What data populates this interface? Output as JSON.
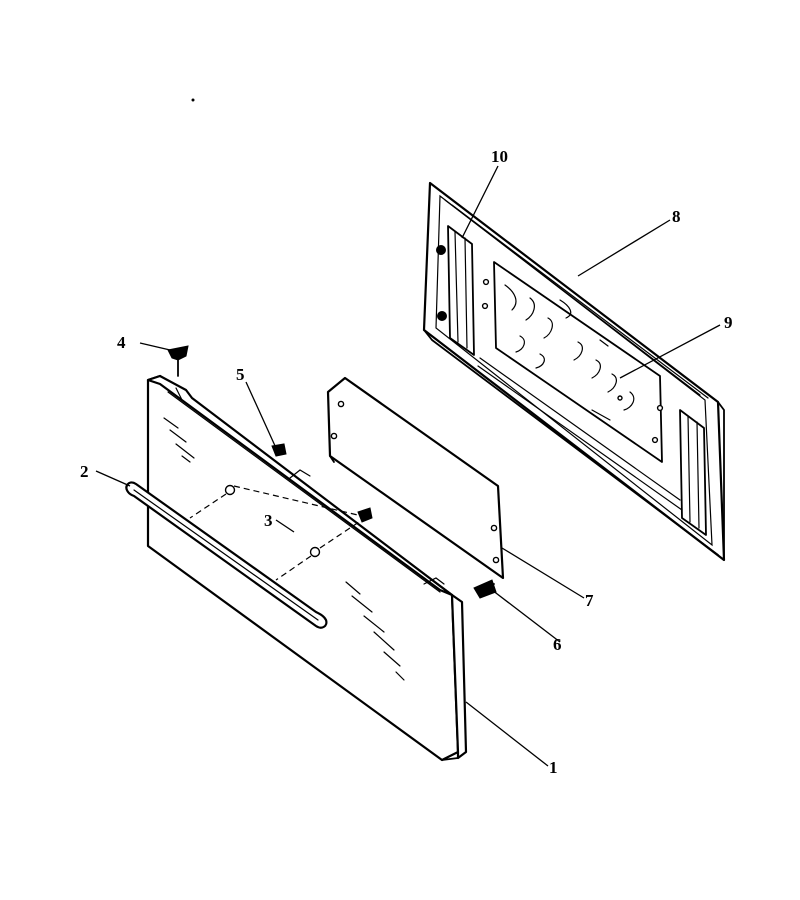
{
  "diagram": {
    "callouts": [
      {
        "id": "1",
        "label": "1"
      },
      {
        "id": "2",
        "label": "2"
      },
      {
        "id": "3",
        "label": "3"
      },
      {
        "id": "4",
        "label": "4"
      },
      {
        "id": "5",
        "label": "5"
      },
      {
        "id": "6",
        "label": "6"
      },
      {
        "id": "7",
        "label": "7"
      },
      {
        "id": "8",
        "label": "8"
      },
      {
        "id": "9",
        "label": "9"
      },
      {
        "id": "10",
        "label": "10"
      }
    ],
    "colors": {
      "ink": "#000000",
      "paper": "#ffffff"
    }
  }
}
